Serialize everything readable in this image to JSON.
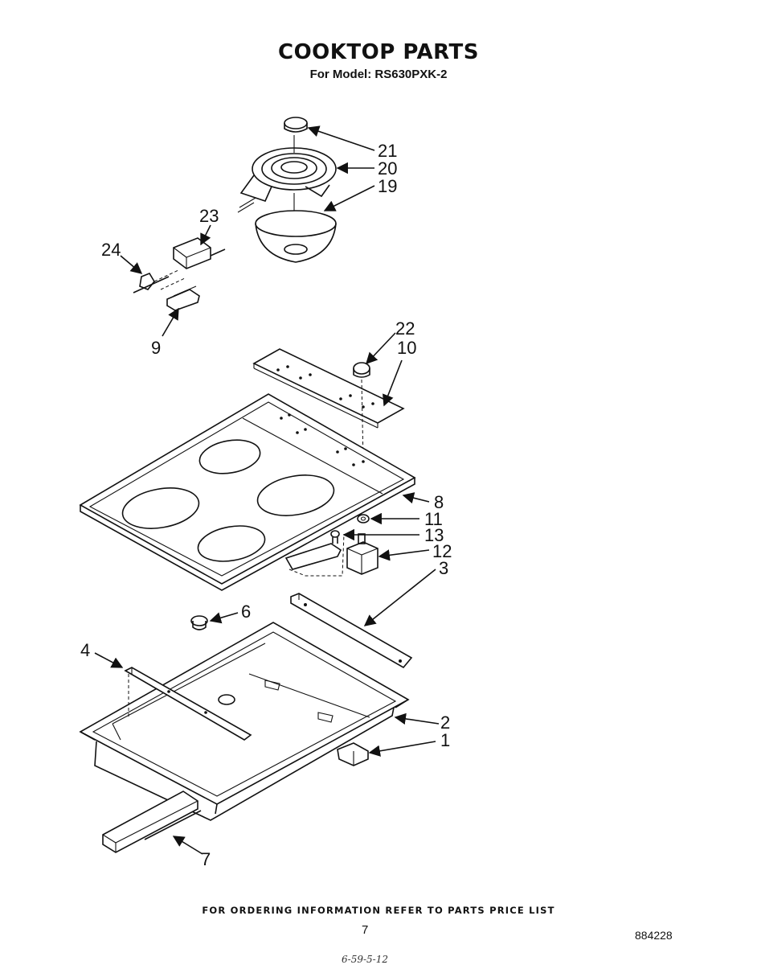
{
  "header": {
    "title": "COOKTOP PARTS",
    "subtitle": "For Model: RS630PXK-2"
  },
  "callouts": [
    {
      "id": "c21",
      "label": "21"
    },
    {
      "id": "c20",
      "label": "20"
    },
    {
      "id": "c19",
      "label": "19"
    },
    {
      "id": "c23",
      "label": "23"
    },
    {
      "id": "c24",
      "label": "24"
    },
    {
      "id": "c9",
      "label": "9"
    },
    {
      "id": "c22",
      "label": "22"
    },
    {
      "id": "c10",
      "label": "10"
    },
    {
      "id": "c8",
      "label": "8"
    },
    {
      "id": "c11",
      "label": "11"
    },
    {
      "id": "c13",
      "label": "13"
    },
    {
      "id": "c12",
      "label": "12"
    },
    {
      "id": "c3",
      "label": "3"
    },
    {
      "id": "c6",
      "label": "6"
    },
    {
      "id": "c4",
      "label": "4"
    },
    {
      "id": "c2",
      "label": "2"
    },
    {
      "id": "c1",
      "label": "1"
    },
    {
      "id": "c7",
      "label": "7"
    }
  ],
  "footer": {
    "ordering_note": "FOR ORDERING INFORMATION REFER TO PARTS PRICE LIST",
    "page_number": "7",
    "document_number": "884228",
    "handwritten_note": "6-59-5-12"
  }
}
